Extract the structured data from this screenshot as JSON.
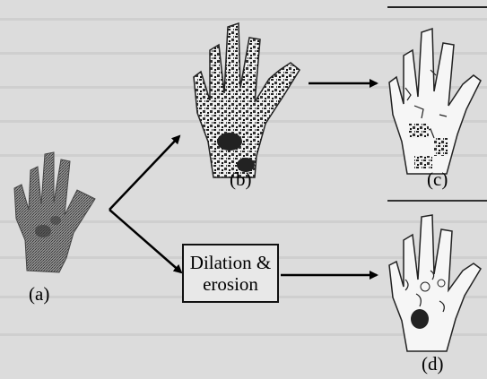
{
  "panels": {
    "a": {
      "label": "(a)"
    },
    "b": {
      "label": "(b)"
    },
    "c": {
      "label": "(c)"
    },
    "d": {
      "label": "(d)"
    }
  },
  "process_box": {
    "line1": "Dilation &",
    "line2": "erosion"
  },
  "colors": {
    "background": "#dcdcdc",
    "ink": "#000000",
    "hand_gray": "#6e6e6e",
    "hand_dark": "#3a3a3a",
    "outline_fill": "#f4f4f4"
  }
}
